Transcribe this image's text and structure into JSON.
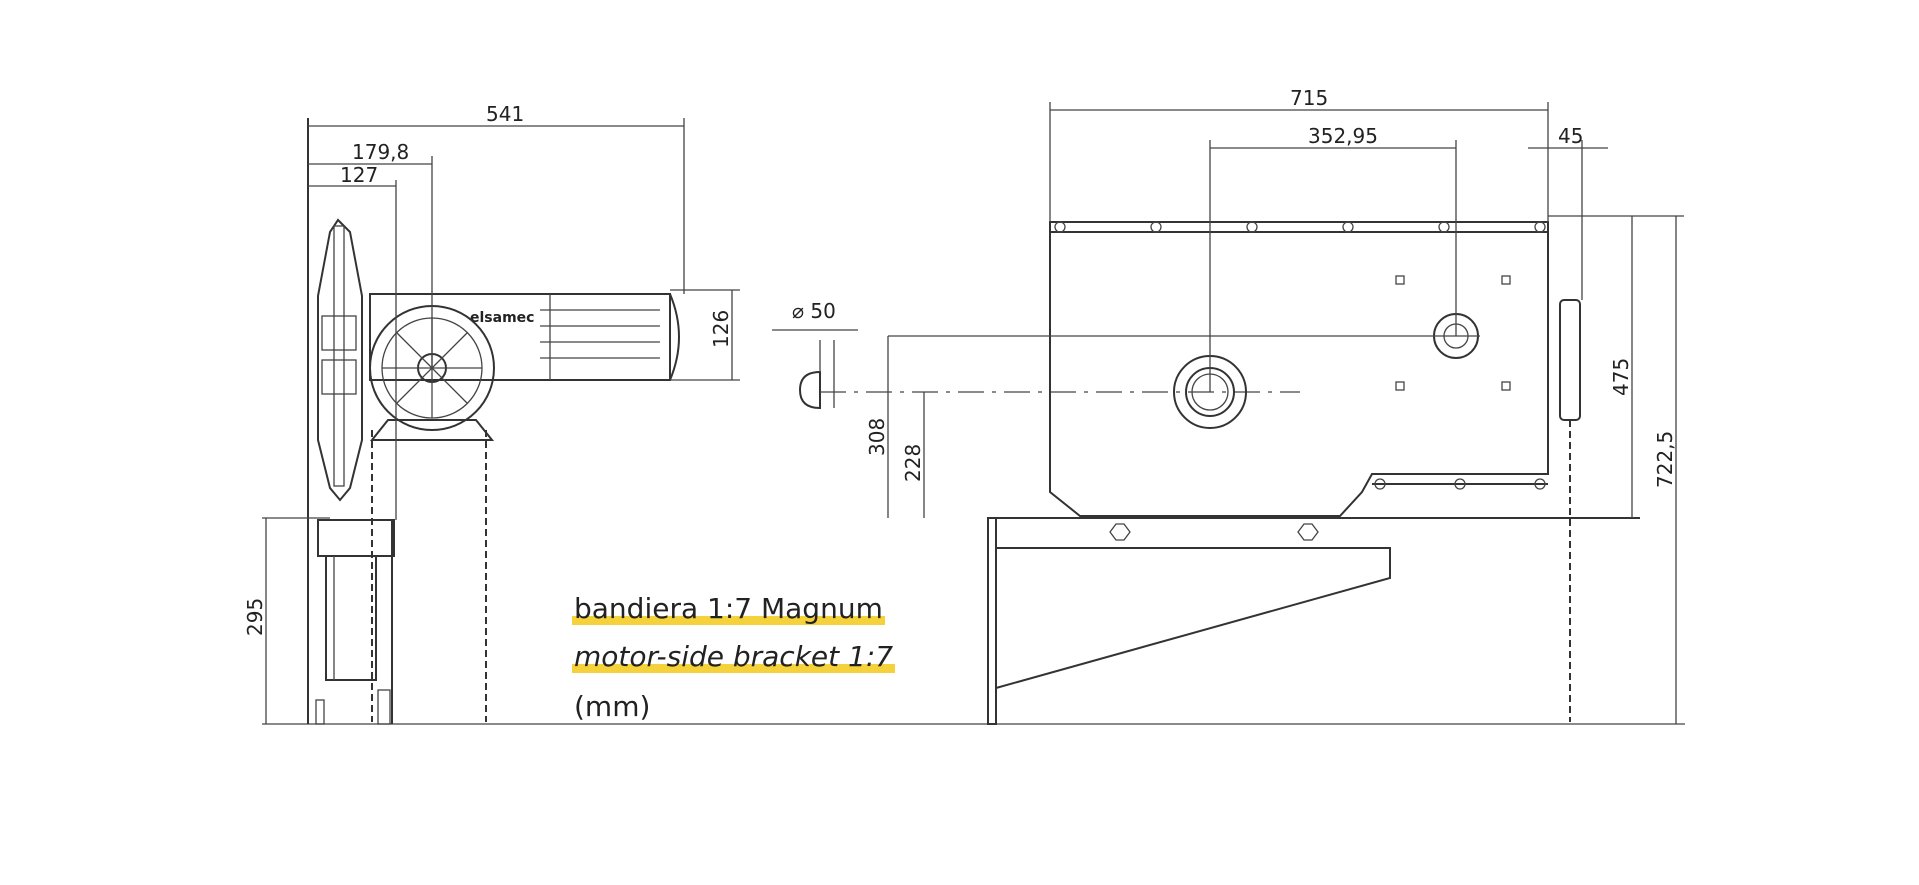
{
  "captions": {
    "line1": "bandiera 1:7 Magnum",
    "line2": "motor-side bracket 1:7",
    "line3": "(mm)"
  },
  "logo_text": "elsamec",
  "dimensions": {
    "d541": "541",
    "d179_8": "179,8",
    "d127": "127",
    "d126": "126",
    "d295": "295",
    "d_phi50": "⌀ 50",
    "d308": "308",
    "d228": "228",
    "d715": "715",
    "d352_95": "352,95",
    "d45": "45",
    "d475": "475",
    "d722_5": "722,5"
  },
  "colors": {
    "highlight": "#f5d23b",
    "line": "#333333"
  }
}
